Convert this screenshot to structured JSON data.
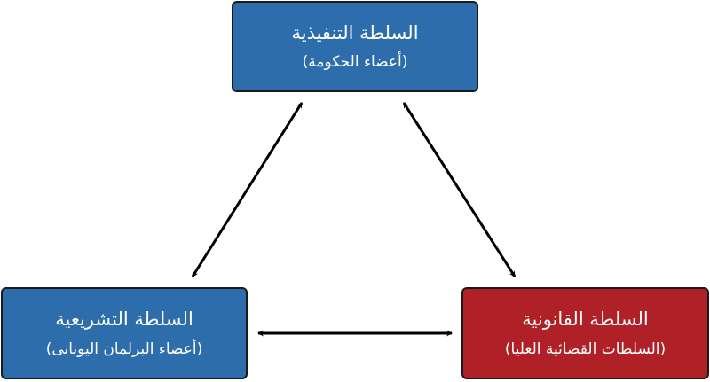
{
  "colors": {
    "executive": "#2E6DAB",
    "legislative": "#2E6DAB",
    "judicial": "#B02127",
    "border": "#1a1a1a",
    "arrow": "#000000"
  },
  "nodes": {
    "executive": {
      "title": "السلطة التنفيذية",
      "subtitle": "(أعضاء الحكومة)"
    },
    "legislative": {
      "title": "السلطة التشريعية",
      "subtitle": "(أعضاء البرلمان اليونانى)"
    },
    "judicial": {
      "title": "السلطة القانونية",
      "subtitle": "(السلطات القضائية العليا)"
    }
  },
  "edges": [
    {
      "from": "executive",
      "to": "legislative",
      "direction": "both"
    },
    {
      "from": "executive",
      "to": "judicial",
      "direction": "both"
    },
    {
      "from": "legislative",
      "to": "judicial",
      "direction": "both"
    }
  ]
}
